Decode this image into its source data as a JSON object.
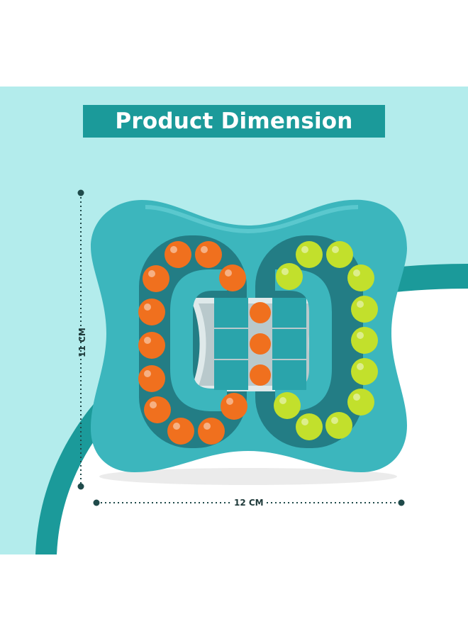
{
  "header": {
    "title": "Product Dimension"
  },
  "dimensions": {
    "height_label": "11 CM",
    "width_label": "12 CM"
  },
  "colors": {
    "accent": "#1b9a9a",
    "panel_background": "#b3ecec",
    "toy_body": "#3cb6bd",
    "orange_ball": "#f0701e",
    "green_ball": "#c2e02c"
  }
}
